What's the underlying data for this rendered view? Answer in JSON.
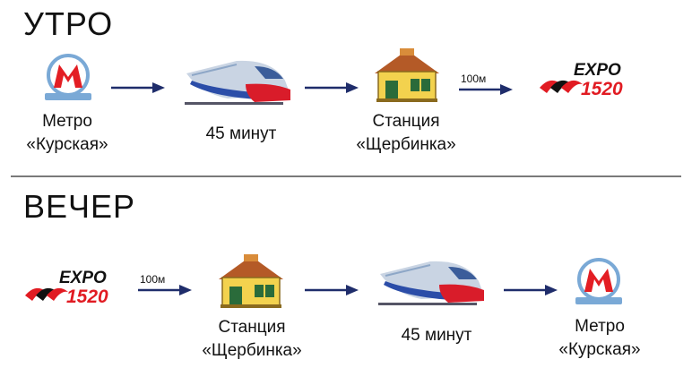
{
  "morning": {
    "title": "УТРО",
    "metro": {
      "line1": "Метро",
      "line2": "«Курская»"
    },
    "train": {
      "label": "45 минут"
    },
    "station": {
      "line1": "Станция",
      "line2": "«Щербинка»"
    },
    "distance": "100м",
    "expo": {
      "word": "EXPO",
      "number": "1520"
    }
  },
  "evening": {
    "title": "ВЕЧЕР",
    "expo": {
      "word": "EXPO",
      "number": "1520"
    },
    "distance": "100м",
    "station": {
      "line1": "Станция",
      "line2": "«Щербинка»"
    },
    "train": {
      "label": "45 минут"
    },
    "metro": {
      "line1": "Метро",
      "line2": "«Курская»"
    }
  },
  "colors": {
    "metro_red": "#e31e24",
    "arrow_navy": "#1f2d6b",
    "train_red": "#d91c2a",
    "train_blue": "#2b4da8",
    "house_yellow": "#f3d24e",
    "roof_brown": "#b45a27",
    "expo_red": "#e11b22"
  }
}
